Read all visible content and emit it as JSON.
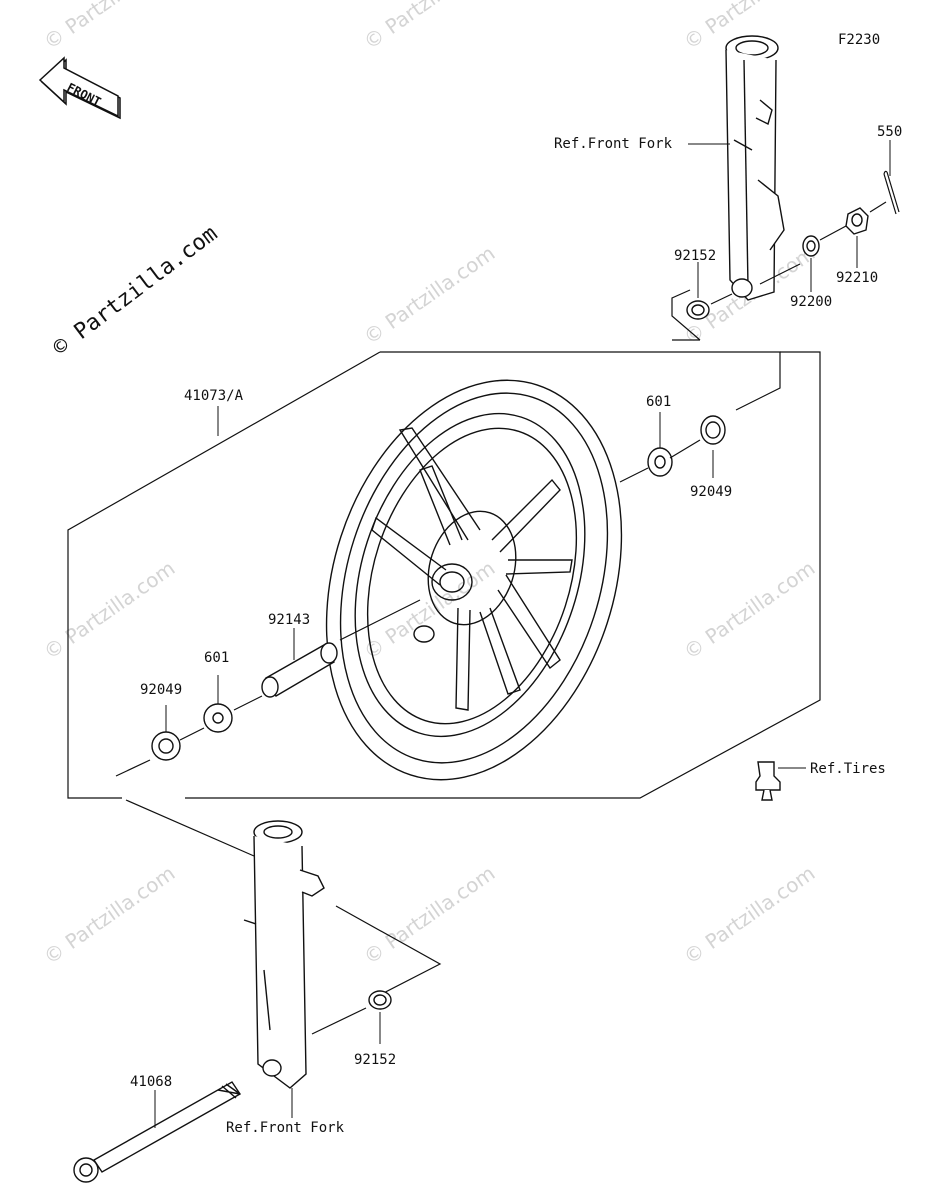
{
  "diagram_code": "F2230",
  "front_arrow_label": "FRONT",
  "site_watermark": "© Partzilla.com",
  "watermark_text": "© Partzilla.com",
  "labels": {
    "ref_front_fork_top": "Ref.Front Fork",
    "ref_front_fork_bottom": "Ref.Front Fork",
    "ref_tires": "Ref.Tires",
    "p550": "550",
    "p92152_top": "92152",
    "p92210": "92210",
    "p92200": "92200",
    "p41073": "41073/A",
    "p601_right": "601",
    "p92049_right": "92049",
    "p92143": "92143",
    "p601_left": "601",
    "p92049_left": "92049",
    "p92152_bottom": "92152",
    "p41068": "41068"
  },
  "colors": {
    "line": "#111111",
    "watermark": "#d4d4d4",
    "background": "#ffffff"
  }
}
